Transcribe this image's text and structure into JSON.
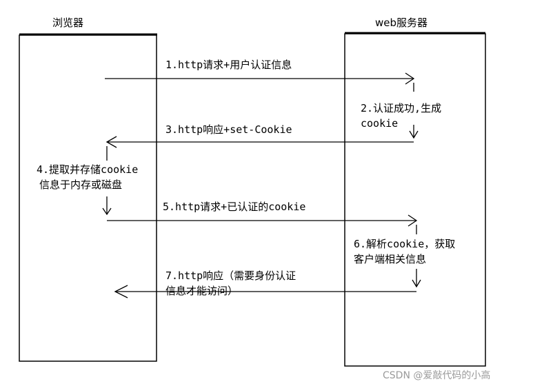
{
  "browser": {
    "title": "浏览器"
  },
  "server": {
    "title": "web服务器"
  },
  "steps": {
    "s1": "1.http请求+用户认证信息",
    "s2_line1": "2.认证成功,生成",
    "s2_line2": "cookie",
    "s3": "3.http响应+set-Cookie",
    "s4_line1": "4.提取并存储cookie",
    "s4_line2": "信息于内存或磁盘",
    "s5": "5.http请求+已认证的cookie",
    "s6_line1": "6.解析cookie，获取",
    "s6_line2": "客户端相关信息",
    "s7_line1": "7.http响应（需要身份认证",
    "s7_line2": "信息才能访问）"
  },
  "watermark": "CSDN @爱敲代码的小高"
}
